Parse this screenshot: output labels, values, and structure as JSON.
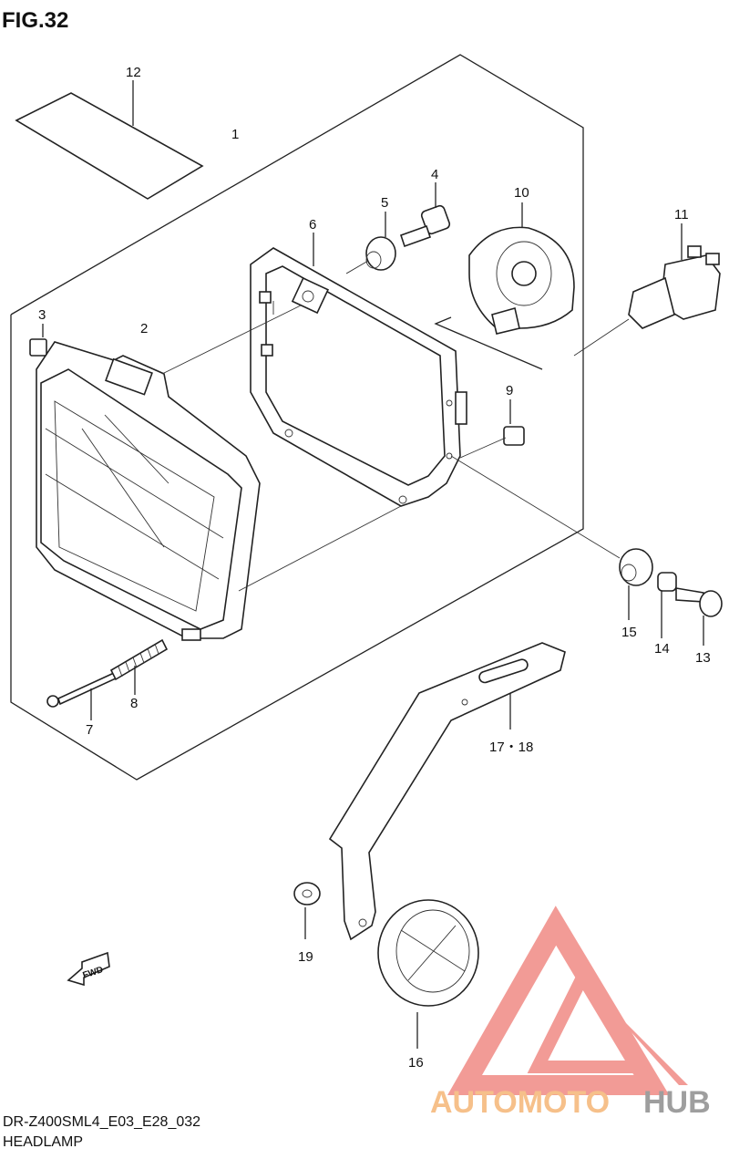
{
  "figure": {
    "title": "FIG.32",
    "diagram_code": "DR-Z400SML4_E03_E28_032",
    "diagram_name": "HEADLAMP"
  },
  "callouts": {
    "p1": "1",
    "p2": "2",
    "p3": "3",
    "p4": "4",
    "p5": "5",
    "p6": "6",
    "p7": "7",
    "p8": "8",
    "p9": "9",
    "p10": "10",
    "p11": "11",
    "p12": "12",
    "p13": "13",
    "p14": "14",
    "p15": "15",
    "p16": "16",
    "p17_18": "17・18",
    "p19": "19"
  },
  "direction_marker": "FWD",
  "watermark": {
    "brand_a": "AUTOMOTO",
    "brand_b": "HUB",
    "color_a": "#f6c08a",
    "color_b": "#9e9e9e",
    "logo_color": "#f08a84"
  }
}
